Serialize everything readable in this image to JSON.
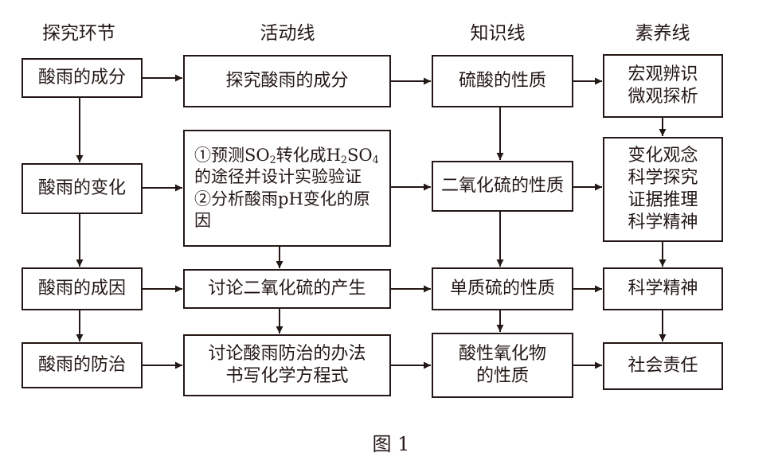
{
  "headers": [
    "探究环节",
    "活动线",
    "知识线",
    "素养线"
  ],
  "inquiry": [
    "酸雨的成分",
    "酸雨的变化",
    "酸雨的成因",
    "酸雨的防治"
  ],
  "activity": {
    "a1": "探究酸雨的成分",
    "a2": {
      "l1_pre": "①预测SO",
      "l1_sub1": "2",
      "l1_mid": "转化成H",
      "l1_sub2": "2",
      "l1_mid2": "SO",
      "l1_sub3": "4",
      "l2": "的途径并设计实验验证",
      "l3": "②分析酸雨pH变化的原",
      "l4": "因"
    },
    "a3": "讨论二氧化硫的产生",
    "a4": [
      "讨论酸雨防治的办法",
      "书写化学方程式"
    ]
  },
  "knowledge": {
    "k1": "硫酸的性质",
    "k2": "二氧化硫的性质",
    "k3": "单质硫的性质",
    "k4": [
      "酸性氧化物",
      "的性质"
    ]
  },
  "literacy": {
    "s1": [
      "宏观辨识",
      "微观探析"
    ],
    "s2": [
      "变化观念",
      "科学探究",
      "证据推理",
      "科学精神"
    ],
    "s3": "科学精神",
    "s4": "社会责任"
  },
  "caption": "图 1"
}
